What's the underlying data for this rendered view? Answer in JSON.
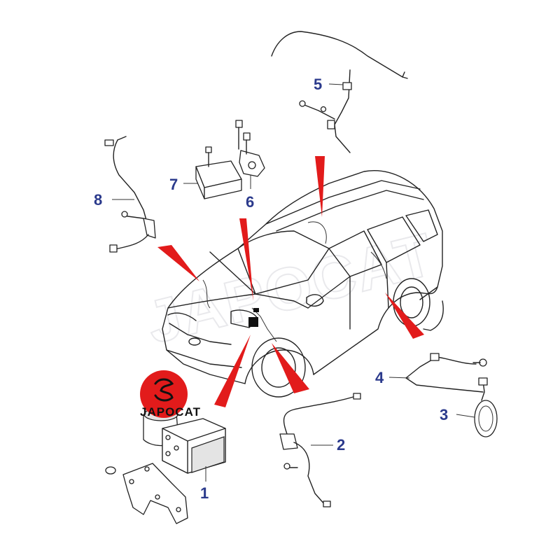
{
  "watermark": {
    "text": "JAPOCAT"
  },
  "logo": {
    "text": "JAPOCAT",
    "color": "#e21b1b"
  },
  "callouts": [
    {
      "id": "1",
      "label": "1"
    },
    {
      "id": "2",
      "label": "2"
    },
    {
      "id": "3",
      "label": "3"
    },
    {
      "id": "4",
      "label": "4"
    },
    {
      "id": "5",
      "label": "5"
    },
    {
      "id": "6",
      "label": "6"
    },
    {
      "id": "7",
      "label": "7"
    },
    {
      "id": "8",
      "label": "8"
    }
  ],
  "colors": {
    "callout": "#2b3a8c",
    "pointer": "#e21b1b",
    "line": "#222222"
  }
}
